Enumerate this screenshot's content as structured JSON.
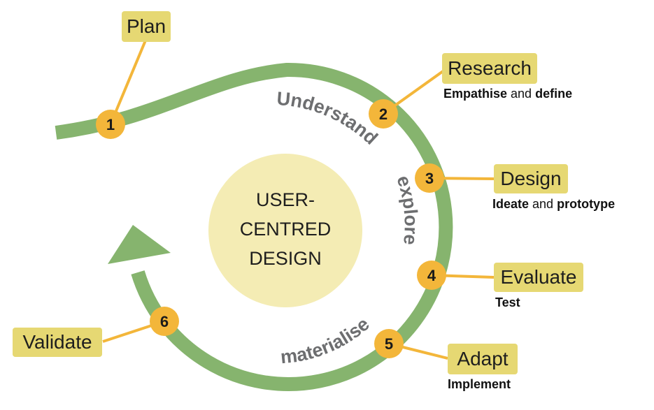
{
  "center": {
    "line1": "USER-",
    "line2": "CENTRED",
    "line3": "DESIGN"
  },
  "phases": {
    "understand": "Understand",
    "explore": "explore",
    "materialise": "materialise"
  },
  "stages": [
    {
      "num": "1",
      "label": "Plan"
    },
    {
      "num": "2",
      "label": "Research",
      "sub_a": "Empathise",
      "sub_b": " and ",
      "sub_c": "define"
    },
    {
      "num": "3",
      "label": "Design",
      "sub_a": "Ideate",
      "sub_b": " and ",
      "sub_c": "prototype"
    },
    {
      "num": "4",
      "label": "Evaluate",
      "sub_a": "Test"
    },
    {
      "num": "5",
      "label": "Adapt",
      "sub_a": "Implement"
    },
    {
      "num": "6",
      "label": "Validate"
    }
  ],
  "colors": {
    "track": "#86b46e",
    "node": "#f3b63a",
    "connector": "#f3b63a",
    "label_box": "#e6d873",
    "center_circle": "#f4ecb4",
    "phase_text": "#6d6e70"
  }
}
